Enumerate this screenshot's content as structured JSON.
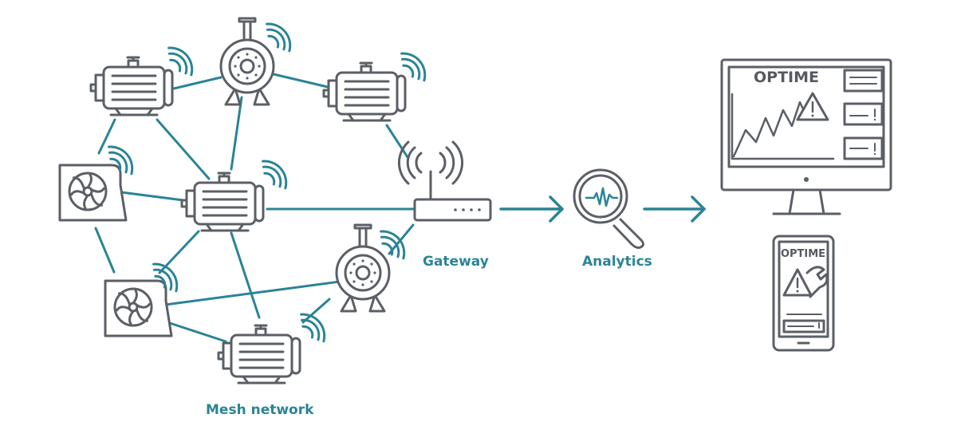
{
  "labels": {
    "mesh_network": "Mesh network",
    "gateway": "Gateway",
    "analytics": "Analytics"
  },
  "monitor": {
    "brand": "OPTIME"
  },
  "phone": {
    "brand": "OPTIME"
  },
  "colors": {
    "device_stroke": "#5b5f66",
    "link": "#2a8496",
    "label": "#2a8496",
    "background": "#ffffff"
  },
  "icons": [
    "motor-icon",
    "pump-icon",
    "fan-icon",
    "wifi-waves-icon",
    "router-icon",
    "magnifier-icon",
    "monitor-icon",
    "smartphone-icon",
    "warning-icon",
    "wrench-icon",
    "arrow-right-icon"
  ]
}
